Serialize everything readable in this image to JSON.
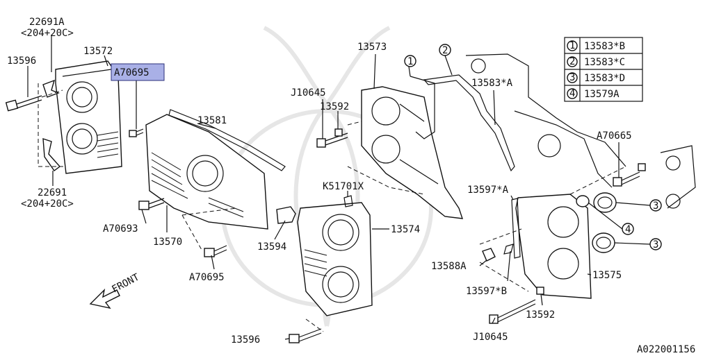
{
  "diagram_id": "A022001156",
  "front_label": "FRONT",
  "highlighted_part": "A70695",
  "legend": [
    {
      "num": "1",
      "part": "13583*B"
    },
    {
      "num": "2",
      "part": "13583*C"
    },
    {
      "num": "3",
      "part": "13583*D"
    },
    {
      "num": "4",
      "part": "13579A"
    }
  ],
  "labels": {
    "p22691A": "22691A",
    "p22691A_note": "<204+20C>",
    "p13596_top": "13596",
    "p13572": "13572",
    "p13581": "13581",
    "p22691": "22691",
    "p22691_note": "<204+20C>",
    "pA70693": "A70693",
    "p13570": "13570",
    "p13594": "13594",
    "pA70695_bottom": "A70695",
    "p13573": "13573",
    "pJ10645_top": "J10645",
    "p13592_top": "13592",
    "pK51701X": "K51701X",
    "p13574": "13574",
    "p13596_bottom": "13596",
    "p13583A": "13583*A",
    "pA70665": "A70665",
    "p13597A": "13597*A",
    "p13588A": "13588A",
    "p13597B": "13597*B",
    "p13592_bottom": "13592",
    "pJ10645_bottom": "J10645",
    "p13575": "13575",
    "callout1": "1",
    "callout2": "2",
    "callout3a": "3",
    "callout4": "4",
    "callout3b": "3"
  }
}
